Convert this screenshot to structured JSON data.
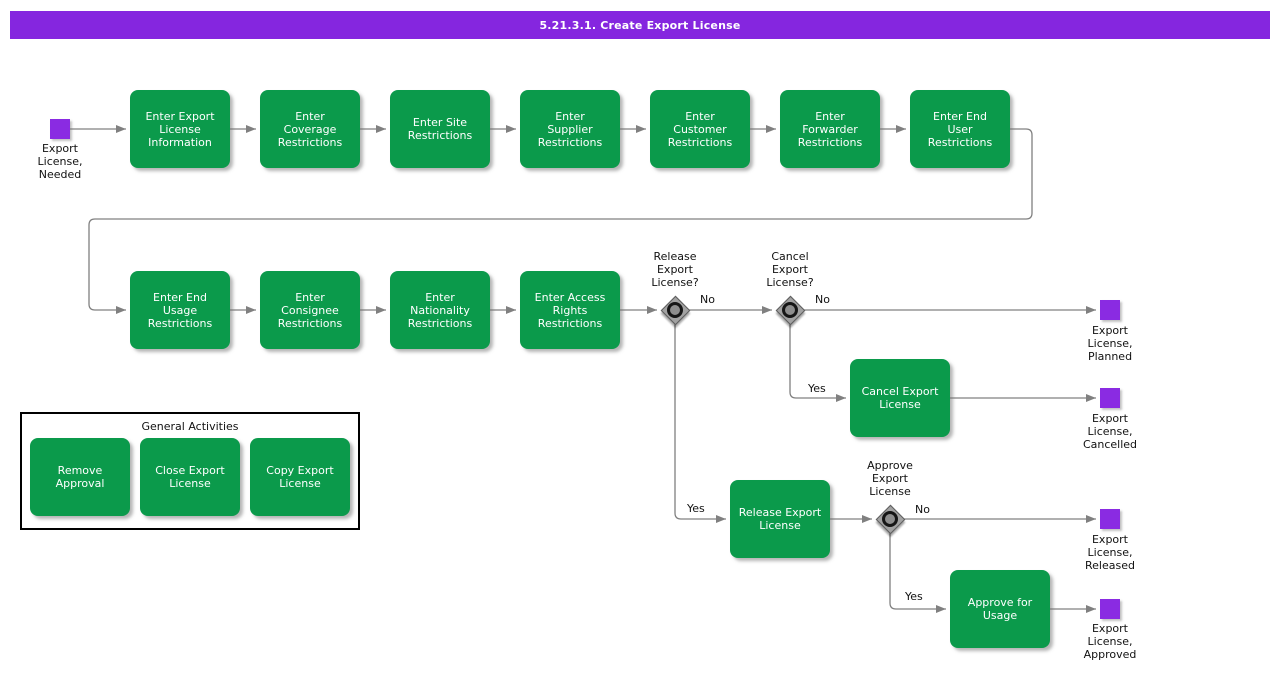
{
  "title": "5.21.3.1. Create Export License",
  "colors": {
    "banner": "#8526DF",
    "activity": "#0B9A4B",
    "event": "#8A2BE2",
    "connector": "#808080"
  },
  "labels": {
    "yes": "Yes",
    "no": "No"
  },
  "start_event": {
    "label": "Export\nLicense,\nNeeded"
  },
  "row1": [
    "Enter Export\nLicense\nInformation",
    "Enter\nCoverage\nRestrictions",
    "Enter Site\nRestrictions",
    "Enter\nSupplier\nRestrictions",
    "Enter\nCustomer\nRestrictions",
    "Enter\nForwarder\nRestrictions",
    "Enter End\nUser\nRestrictions"
  ],
  "row2": [
    "Enter End\nUsage\nRestrictions",
    "Enter\nConsignee\nRestrictions",
    "Enter\nNationality\nRestrictions",
    "Enter Access\nRights\nRestrictions"
  ],
  "decisions": {
    "release": "Release\nExport\nLicense?",
    "cancel": "Cancel\nExport\nLicense?",
    "approve": "Approve\nExport\nLicense"
  },
  "activities": {
    "cancel_export_license": "Cancel Export\nLicense",
    "release_export_license": "Release Export\nLicense",
    "approve_for_usage": "Approve for\nUsage"
  },
  "end_events": {
    "planned": "Export\nLicense,\nPlanned",
    "cancelled": "Export\nLicense,\nCancelled",
    "released": "Export\nLicense,\nReleased",
    "approved": "Export\nLicense,\nApproved"
  },
  "general_activities": {
    "title": "General Activities",
    "items": [
      "Remove\nApproval",
      "Close Export\nLicense",
      "Copy Export\nLicense"
    ]
  }
}
